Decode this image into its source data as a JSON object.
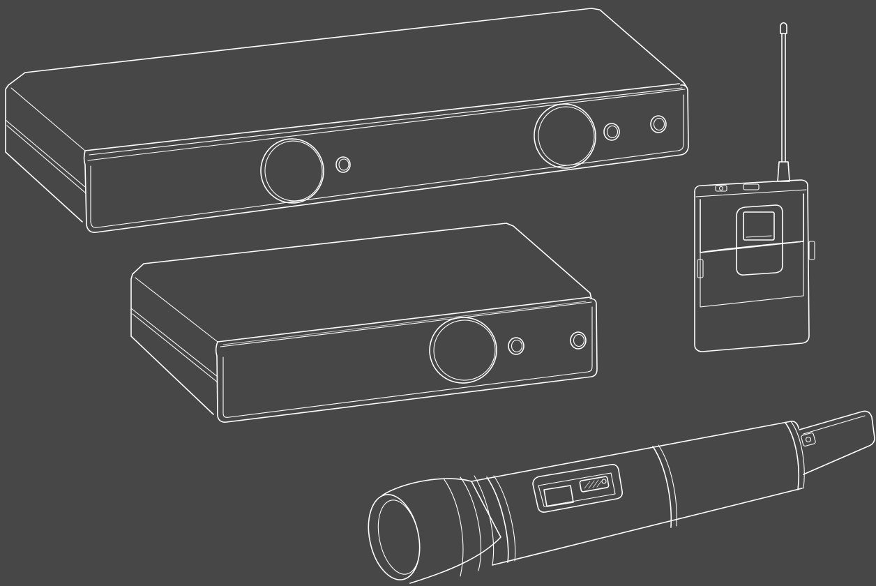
{
  "scene": {
    "background_color": "#474747",
    "line_color": "#ffffff",
    "items": [
      {
        "id": "receiver-dual",
        "icon": "dual-receiver-icon"
      },
      {
        "id": "receiver-single",
        "icon": "single-receiver-icon"
      },
      {
        "id": "bodypack-transmitter",
        "icon": "bodypack-transmitter-icon"
      },
      {
        "id": "handheld-microphone",
        "icon": "handheld-microphone-icon"
      }
    ]
  }
}
